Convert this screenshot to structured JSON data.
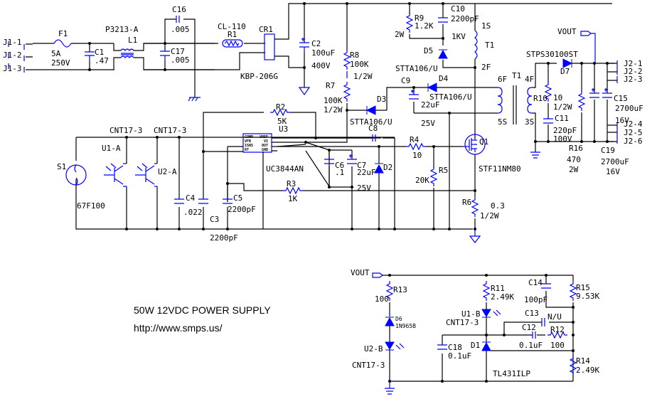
{
  "title": "50W 12VDC POWER SUPPLY",
  "url": "http://www.smps.us/",
  "colors": {
    "wire": "#000000",
    "component": "#0000ff",
    "background": "#ffffff"
  },
  "labels": {
    "J1_1": "J1-1",
    "J1_2": "J1-2",
    "J1_3": "J1-3",
    "F1": "F1",
    "F1_rating1": "5A",
    "F1_rating2": "250V",
    "C1": "C1",
    "C1_val": ".47",
    "L1_part": "P3213-A",
    "L1": "L1",
    "C16": "C16",
    "C16_val": ".005",
    "C17": "C17",
    "C17_val": ".005",
    "R1_part": "CL-110",
    "R1": "R1",
    "CR1": "CR1",
    "CR1_part": "KBP-206G",
    "C2": "C2",
    "C2_val": "100uF",
    "C2_volt": "400V",
    "R8": "R8",
    "R8_val": "100K",
    "R8_w": "1/2W",
    "R7": "R7",
    "R7_val": "100K",
    "R7_w": "1/2W",
    "R9": "R9",
    "R9_val": "1.2K",
    "R9_w": "2W",
    "C10": "C10",
    "C10_val": "2200pF",
    "C10_volt": "1KV",
    "D5": "D5",
    "D5_part": "STTA106/U",
    "D4": "D4",
    "D4_part": "STTA106/U",
    "D3": "D3",
    "D3_part": "STTA106/U",
    "C9": "C9",
    "C9_val": "22uF",
    "C9_volt": "25V",
    "T1": "T1",
    "T1_1S": "1S",
    "T1_2F": "2F",
    "T1_6F": "6F",
    "T1_5S": "5S",
    "T1_4F": "4F",
    "T1_3S": "3S",
    "VOUT": "VOUT",
    "D7": "D7",
    "D7_part": "STPS30100ST",
    "J2_1": "J2-1",
    "J2_2": "J2-2",
    "J2_3": "J2-3",
    "J2_4": "J2-4",
    "J2_5": "J2-5",
    "J2_6": "J2-6",
    "R10": "R10",
    "R10_val": "10",
    "R10_w": "1/2W",
    "C11": "C11",
    "C11_val": "220pF",
    "C11_volt": "100V",
    "R16": "R16",
    "R16_val": "470",
    "R16_w": "2W",
    "C15": "C15",
    "C15_val": "2700uF",
    "C15_volt": "16V",
    "C19": "C19",
    "C19_val": "2700uF",
    "C19_volt": "16V",
    "R2": "R2",
    "R2_val": "5K",
    "U3": "U3",
    "U3_part": "UC3844AN",
    "U3_pins": [
      "COMP",
      "VFB",
      "ISNS",
      "RT",
      "VREF",
      "VI",
      "OUT",
      "GND"
    ],
    "C8": "C8",
    "R4": "R4",
    "R4_val": "10",
    "Q1": "Q1",
    "Q1_part": "STF11NM80",
    "C6": "C6",
    "C6_val": ".1",
    "C7": "C7",
    "C7_val": "22uF",
    "C7_volt": "25V",
    "D2": "D2",
    "R5": "R5",
    "R5_val": "20K",
    "R6": "R6",
    "R6_val": "0.3",
    "R6_w": "1/2W",
    "R3": "R3",
    "R3_val": "1K",
    "S1": "S1",
    "S1_part": "67F100",
    "CNT_a": "CNT17-3",
    "CNT_b": "CNT17-3",
    "U1A": "U1-A",
    "U2A": "U2-A",
    "C4": "C4",
    "C4_val": ".022",
    "C3": "C3",
    "C3_val": "2200pF",
    "C5": "C5",
    "C5_val": "2200pF",
    "VOUT2": "VOUT",
    "R13": "R13",
    "R13_val": "100",
    "D6": "D6",
    "D6_part": "1N965B",
    "U2B": "U2-B",
    "U2B_part": "CNT17-3",
    "R11": "R11",
    "R11_val": "2.49K",
    "U1B": "U1-B",
    "U1B_part": "CNT17-3",
    "C14": "C14",
    "C14_val": "100pF",
    "R15": "R15",
    "R15_val": "9.53K",
    "C13": "C13",
    "C13_val": "N/U",
    "C12": "C12",
    "C12_val": "0.1uF",
    "R12": "R12",
    "R12_val": "100",
    "C18": "C18",
    "C18_val": "0.1uF",
    "D1": "D1",
    "D1_part": "TL431ILP",
    "R14": "R14",
    "R14_val": "2.49K"
  }
}
